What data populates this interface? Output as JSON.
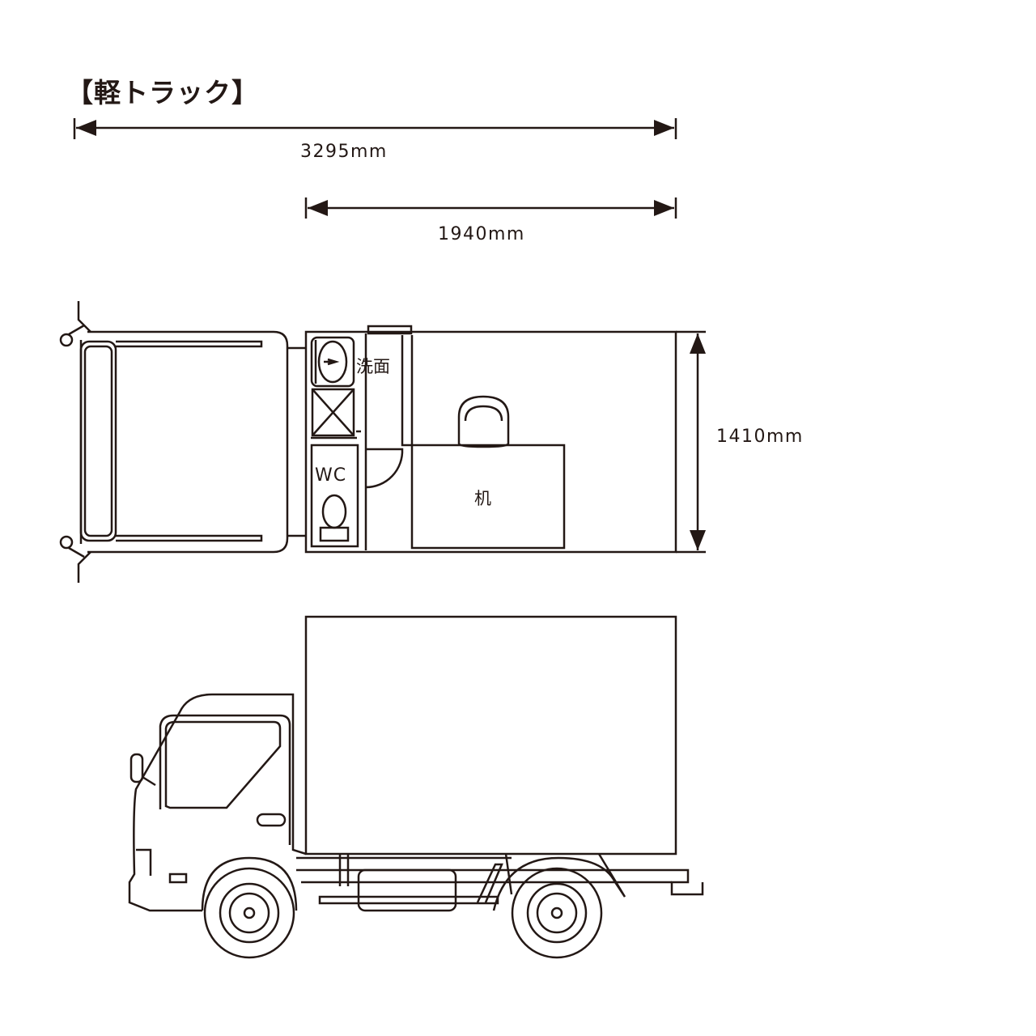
{
  "title": "【軽トラック】",
  "dimensions": {
    "overall_length": "3295mm",
    "box_length": "1940mm",
    "box_width": "1410mm"
  },
  "rooms": {
    "washroom": "洗面",
    "toilet": "WC",
    "desk": "机"
  },
  "colors": {
    "line": "#231815",
    "background": "#ffffff"
  }
}
